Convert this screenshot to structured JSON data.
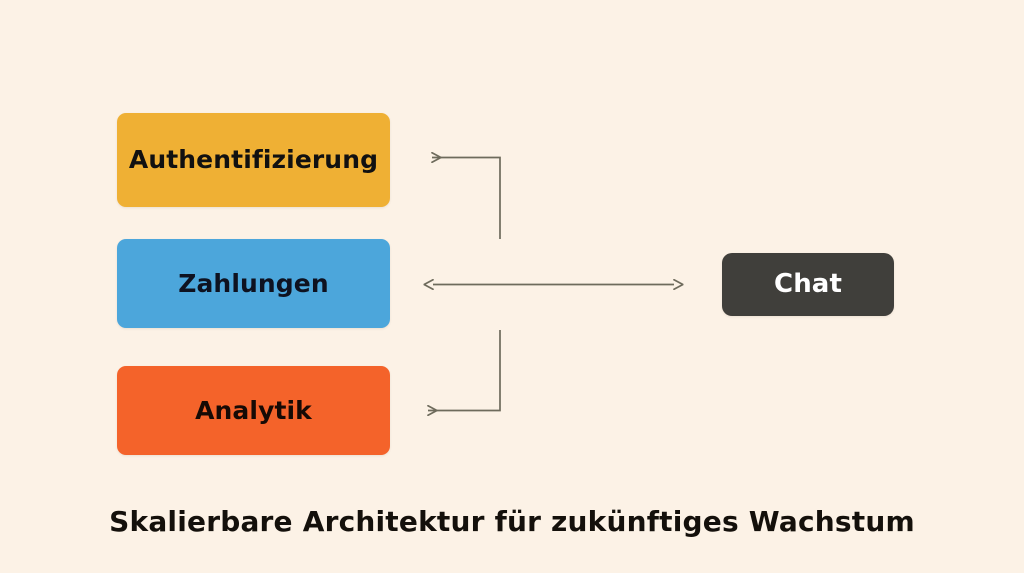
{
  "diagram": {
    "background_color": "#FCF2E6",
    "connector_color": "#6E6B5C",
    "caption": "Skalierbare Architektur für zukünftiges Wachstum",
    "nodes": [
      {
        "id": "auth",
        "label": "Authentifizierung",
        "color": "#EFB034",
        "text_color": "#111111"
      },
      {
        "id": "payments",
        "label": "Zahlungen",
        "color": "#4CA6DB",
        "text_color": "#0E1220"
      },
      {
        "id": "analytics",
        "label": "Analytik",
        "color": "#F4632A",
        "text_color": "#160A05"
      },
      {
        "id": "chat",
        "label": "Chat",
        "color": "#403F3B",
        "text_color": "#FFFFFF"
      }
    ],
    "connectors": [
      {
        "id": "chat-to-auth",
        "from": "chat",
        "to": "auth",
        "style": "elbow",
        "direction": "single"
      },
      {
        "id": "chat-to-payments",
        "from": "chat",
        "to": "payments",
        "style": "straight",
        "direction": "double"
      },
      {
        "id": "chat-to-analytics",
        "from": "chat",
        "to": "analytics",
        "style": "elbow",
        "direction": "single"
      }
    ]
  }
}
